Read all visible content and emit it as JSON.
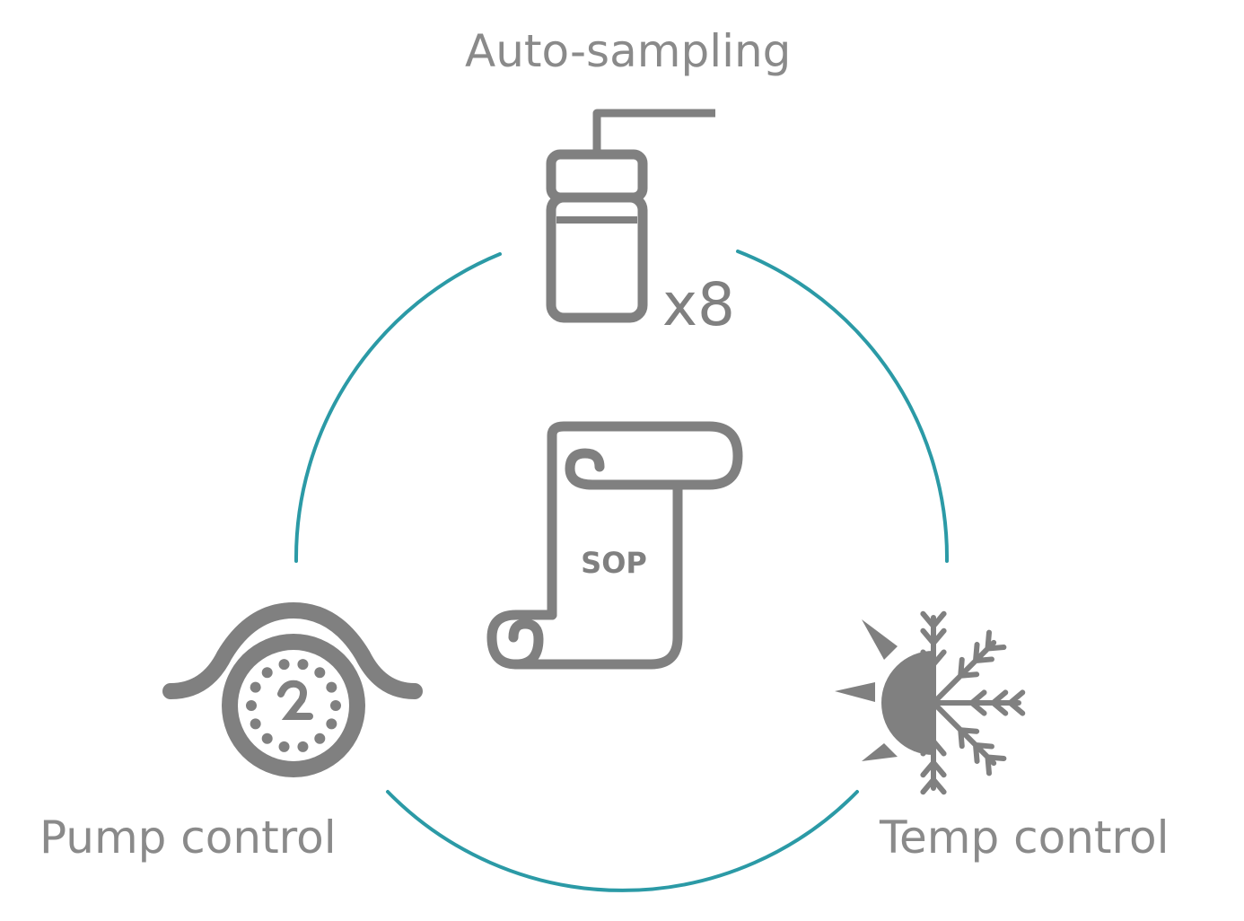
{
  "diagram": {
    "labels": {
      "top": "Auto-sampling",
      "left": "Pump control",
      "right": "Temp control"
    },
    "multiplier": "x8",
    "center_label": "SOP",
    "colors": {
      "ring": "#2b9aa6",
      "icon": "#808080",
      "text": "#8a8a8a"
    }
  }
}
